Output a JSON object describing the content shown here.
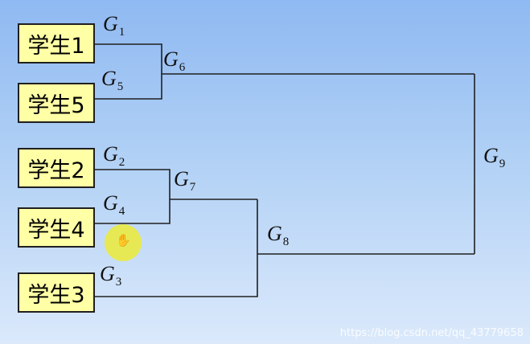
{
  "students": [
    {
      "id": "s1",
      "label": "学生1"
    },
    {
      "id": "s5",
      "label": "学生5"
    },
    {
      "id": "s2",
      "label": "学生2"
    },
    {
      "id": "s4",
      "label": "学生4"
    },
    {
      "id": "s3",
      "label": "学生3"
    }
  ],
  "groups": [
    {
      "symbol": "G",
      "sub": "1"
    },
    {
      "symbol": "G",
      "sub": "5"
    },
    {
      "symbol": "G",
      "sub": "2"
    },
    {
      "symbol": "G",
      "sub": "4"
    },
    {
      "symbol": "G",
      "sub": "3"
    },
    {
      "symbol": "G",
      "sub": "6"
    },
    {
      "symbol": "G",
      "sub": "7"
    },
    {
      "symbol": "G",
      "sub": "8"
    },
    {
      "symbol": "G",
      "sub": "9"
    }
  ],
  "merges": [
    {
      "result": "G6",
      "members": [
        "G1",
        "G5"
      ]
    },
    {
      "result": "G7",
      "members": [
        "G2",
        "G4"
      ]
    },
    {
      "result": "G8",
      "members": [
        "G7",
        "G3"
      ]
    },
    {
      "result": "G9",
      "members": [
        "G6",
        "G8"
      ]
    }
  ],
  "colors": {
    "box_fill": "#ffffa6",
    "line": "#202020",
    "cursor": "#ebeb3c"
  },
  "cursor_icon": "hand-pointer-icon",
  "watermark": "https://blog.csdn.net/qq_43779658"
}
